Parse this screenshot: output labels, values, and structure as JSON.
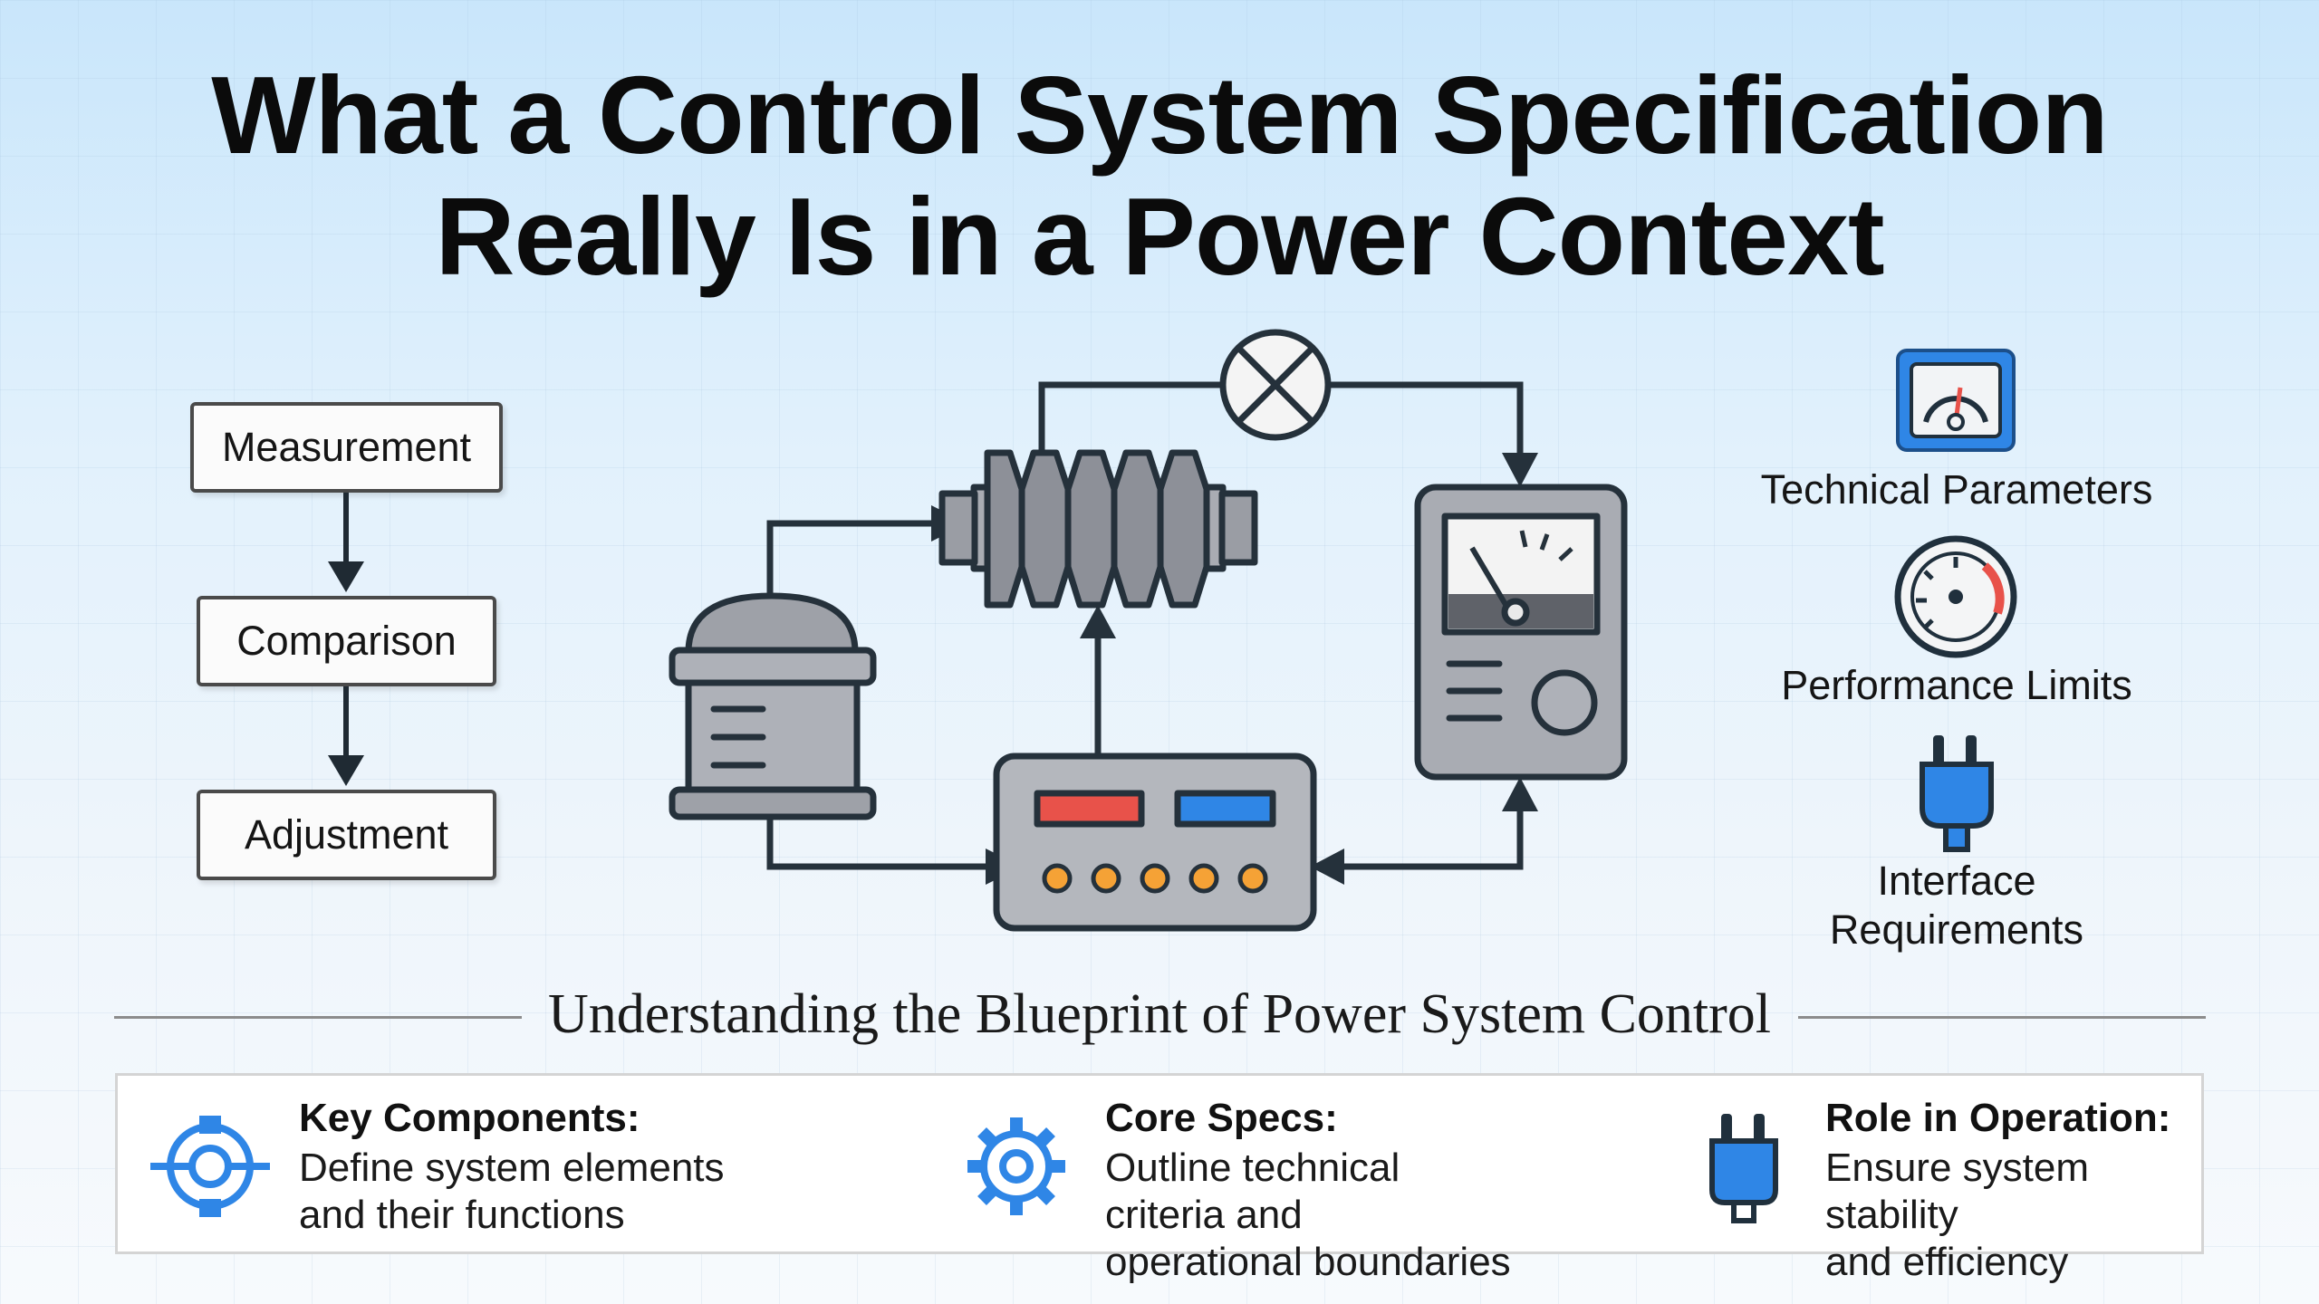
{
  "title": {
    "line1": "What a Control System Specification",
    "line2": "Really Is in a Power Context"
  },
  "flow": {
    "steps": [
      "Measurement",
      "Comparison",
      "Adjustment"
    ]
  },
  "features": [
    {
      "label": "Technical Parameters",
      "icon": "gauge-panel-icon"
    },
    {
      "label": "Performance Limits",
      "icon": "speedometer-icon"
    },
    {
      "label_line1": "Interface",
      "label_line2": "Requirements",
      "icon": "plug-icon"
    }
  ],
  "subtitle": "Understanding the Blueprint of Power System Control",
  "cards": [
    {
      "title": "Key Components:",
      "line1": "Define system elements",
      "line2": "and their functions",
      "icon": "component-target-icon"
    },
    {
      "title": "Core Specs:",
      "line1": "Outline technical criteria and",
      "line2": "operational boundaries",
      "icon": "gear-icon"
    },
    {
      "title": "Role in Operation:",
      "line1": "Ensure system stability",
      "line2": "and efficiency",
      "icon": "plug-icon"
    }
  ],
  "colors": {
    "accent_blue": "#2f86e6",
    "indicator_red": "#e8524a",
    "indicator_orange": "#f5a236",
    "device_gray": "#b9bcc2",
    "outline": "#2b3540"
  }
}
